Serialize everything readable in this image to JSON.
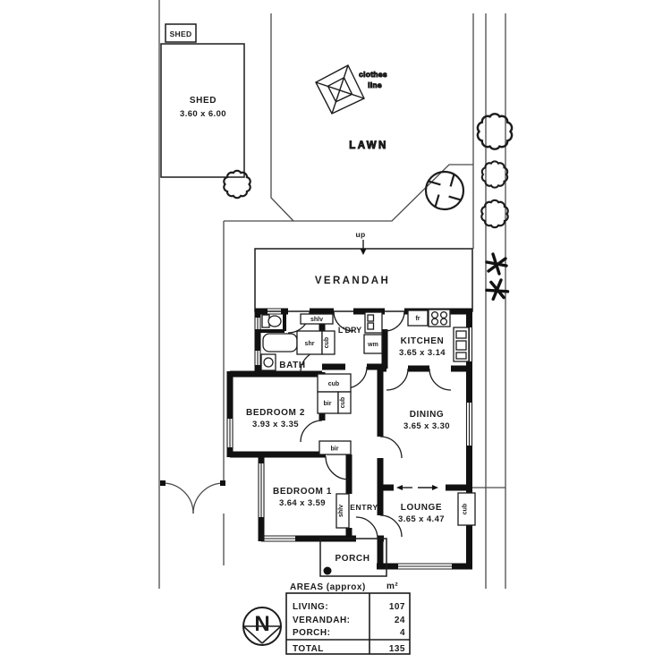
{
  "site": {
    "shed_box_label": "SHED",
    "shed": {
      "name": "SHED",
      "dims": "3.60 x 6.00"
    },
    "clothes_line": {
      "line1": "clothes",
      "line2": "line"
    },
    "lawn_label": "LAWN",
    "up_label": "up"
  },
  "house": {
    "verandah_label": "VERANDAH",
    "rooms": {
      "kitchen": {
        "name": "KITCHEN",
        "dims": "3.65 x 3.14"
      },
      "dining": {
        "name": "DINING",
        "dims": "3.65 x 3.30"
      },
      "lounge": {
        "name": "LOUNGE",
        "dims": "3.65 x 4.47"
      },
      "bedroom1": {
        "name": "BEDROOM 1",
        "dims": "3.64 x 3.59"
      },
      "bedroom2": {
        "name": "BEDROOM 2",
        "dims": "3.93 x 3.35"
      },
      "bath_label": "BATH",
      "laundry_label": "L'DRY",
      "entry_label": "ENTRY",
      "porch_label": "PORCH"
    },
    "fixtures": {
      "shlv": "shlv",
      "shr": "shr",
      "cub": "cub",
      "bir": "bir",
      "wm": "wm",
      "fr": "fr"
    }
  },
  "areas_table": {
    "title": "AREAS (approx)",
    "unit": "m²",
    "rows": [
      {
        "label": "LIVING:",
        "value": "107"
      },
      {
        "label": "VERANDAH:",
        "value": "24"
      },
      {
        "label": "PORCH:",
        "value": "4"
      }
    ],
    "total_label": "TOTAL",
    "total_value": "135"
  },
  "compass": {
    "north_label": "N"
  },
  "colors": {
    "ink": "#1c1c1c",
    "boundary": "#4a4a4a",
    "background": "#ffffff"
  }
}
